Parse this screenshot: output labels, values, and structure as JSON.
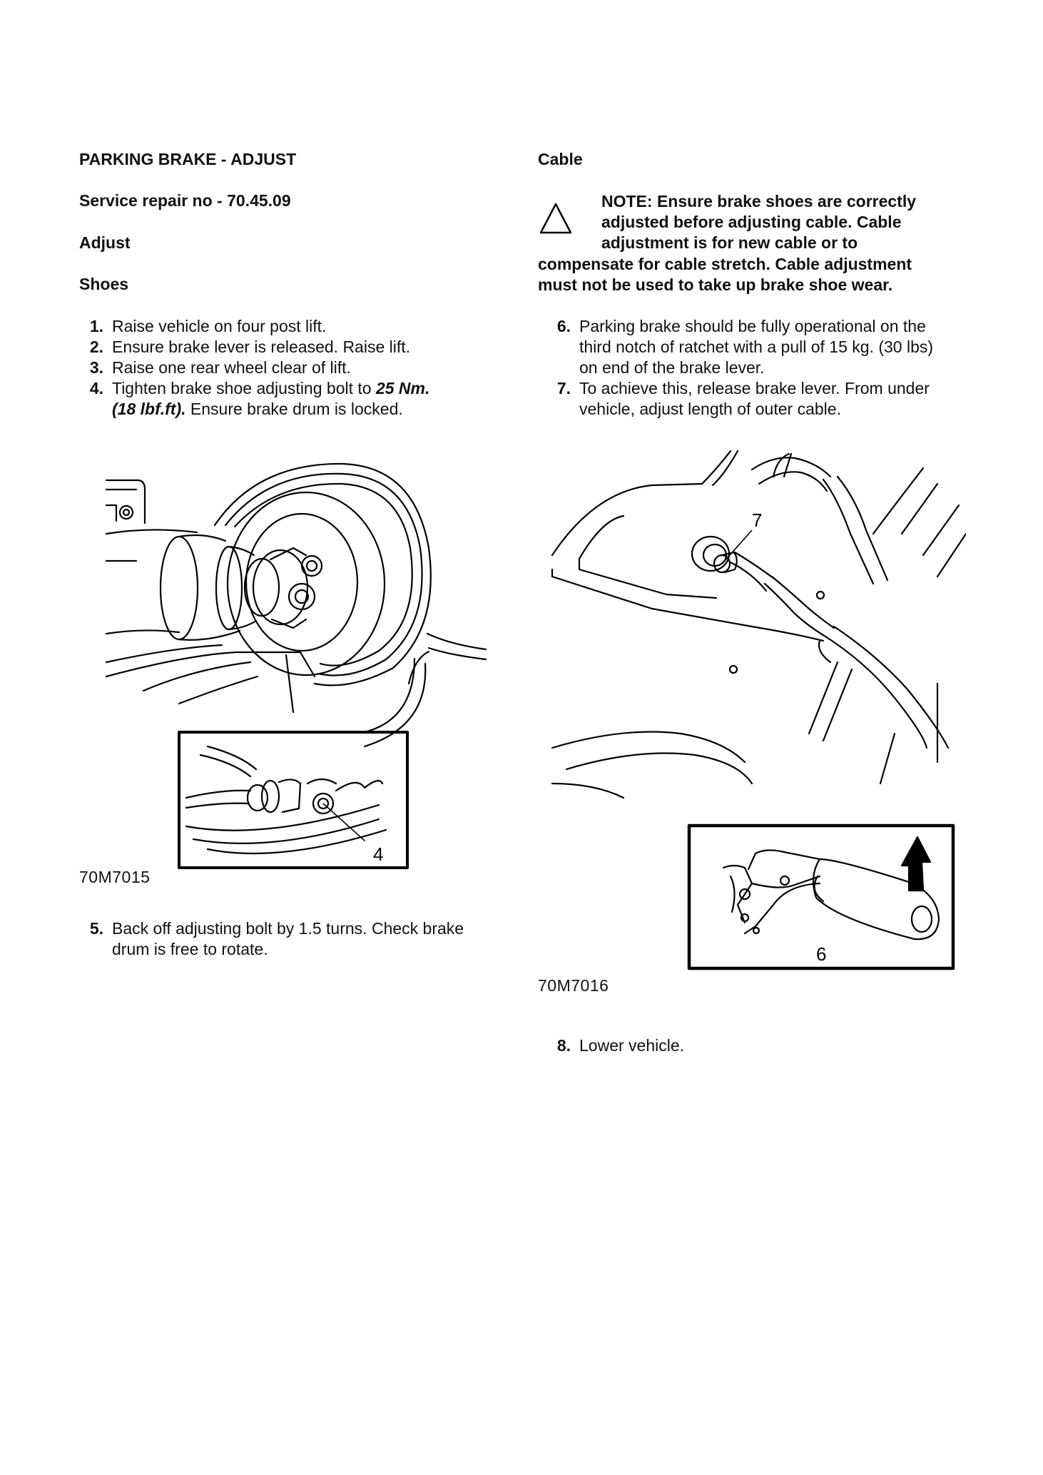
{
  "left": {
    "title": "PARKING BRAKE - ADJUST",
    "service_repair": "Service repair no - 70.45.09",
    "section": "Adjust",
    "subsection": "Shoes",
    "steps": [
      {
        "num": "1.",
        "text": "Raise vehicle on four post lift."
      },
      {
        "num": "2.",
        "text": "Ensure brake lever is released. Raise lift."
      },
      {
        "num": "3.",
        "text": "Raise one rear wheel clear of lift."
      },
      {
        "num": "4.",
        "text_before": "Tighten brake shoe adjusting bolt to ",
        "torque": "25 Nm.",
        "torque_imperial": "(18 lbf.ft).",
        "text_after": " Ensure brake drum is locked."
      }
    ],
    "figure": {
      "caption": "70M7015",
      "callout": "4"
    },
    "step5": {
      "num": "5.",
      "line1": "Back off adjusting bolt by 1.5 turns. Check brake",
      "line2": "drum is free to rotate."
    }
  },
  "right": {
    "heading": "Cable",
    "note_icon": "warning-triangle-icon",
    "note_lines": [
      "NOTE: Ensure brake shoes are correctly",
      "adjusted before adjusting cable. Cable",
      "adjustment is for new cable or to",
      "compensate for cable stretch. Cable adjustment",
      "must not be used to take up brake shoe wear."
    ],
    "step6": {
      "num": "6.",
      "lines": [
        "Parking brake should be fully operational on the",
        "third notch of ratchet with a pull of 15 kg. (30 lbs)",
        "on end of the brake lever."
      ]
    },
    "step7": {
      "num": "7.",
      "lines": [
        "To achieve this, release brake lever. From under",
        "vehicle, adjust length of outer cable."
      ]
    },
    "figure": {
      "caption": "70M7016",
      "callout_cable": "7",
      "callout_lever": "6"
    },
    "step8": {
      "num": "8.",
      "text": "Lower vehicle."
    }
  }
}
